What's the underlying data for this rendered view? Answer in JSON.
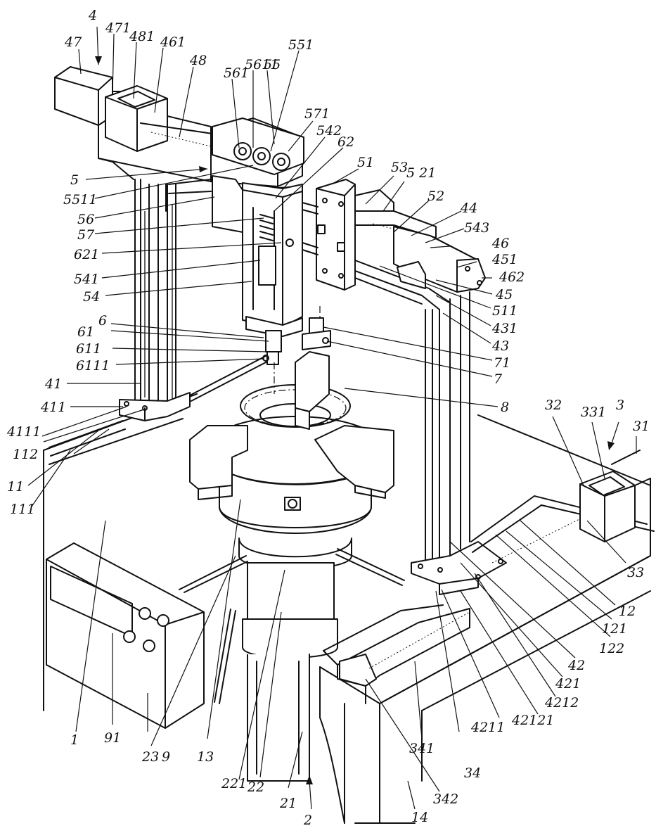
{
  "labels": {
    "l_4": "4",
    "l_47": "47",
    "l_471": "471",
    "l_481": "481",
    "l_461": "461",
    "l_48": "48",
    "l_561": "561",
    "l_5611": "5611",
    "l_55": "55",
    "l_551": "551",
    "l_571": "571",
    "l_542": "542",
    "l_62": "62",
    "l_51": "51",
    "l_53": "53",
    "l_521": "5 21",
    "l_52": "52",
    "l_44": "44",
    "l_543": "543",
    "l_46": "46",
    "l_451": "451",
    "l_462": "462",
    "l_45": "45",
    "l_511": "511",
    "l_431": "431",
    "l_43": "43",
    "l_71": "71",
    "l_7": "7",
    "l_8": "8",
    "l_5": "5",
    "l_5511": "5511",
    "l_56": "56",
    "l_57": "57",
    "l_621": "621",
    "l_541": "541",
    "l_54": "54",
    "l_6": "6",
    "l_61": "61",
    "l_611": "611",
    "l_6111": "6111",
    "l_41": "41",
    "l_411": "411",
    "l_4111": "4111",
    "l_112": "112",
    "l_11": "11",
    "l_111": "111",
    "l_32": "32",
    "l_331": "331",
    "l_3": "3",
    "l_31": "31",
    "l_33": "33",
    "l_12": "12",
    "l_121": "121",
    "l_122": "122",
    "l_42": "42",
    "l_421": "421",
    "l_4212": "4212",
    "l_42121": "42121",
    "l_4211": "4211",
    "l_341": "341",
    "l_34": "34",
    "l_342": "342",
    "l_14": "14",
    "l_2": "2",
    "l_21": "21",
    "l_22": "22",
    "l_221": "221",
    "l_13": "13",
    "l_23": "23",
    "l_9": "9",
    "l_91": "91",
    "l_1": "1"
  }
}
